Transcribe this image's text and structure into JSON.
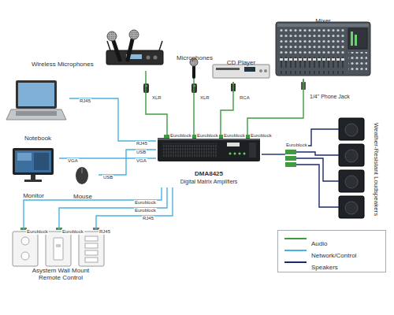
{
  "diagram": {
    "nodes": [
      {
        "text": [
          "Mixer"
        ]
      },
      {
        "text": [
          "Wireless Microphones"
        ]
      },
      {
        "text": [
          "Microphones"
        ]
      },
      {
        "text": [
          "CD Player"
        ]
      },
      {
        "text": [
          "Notebook"
        ]
      },
      {
        "text": [
          "DMA8425",
          "Digital Matrix Amplifiers"
        ]
      },
      {
        "text": [
          "Weather-Resistant Loudspeakers"
        ]
      },
      {
        "text": [
          "Monitor"
        ]
      },
      {
        "text": [
          "Mouse"
        ]
      },
      {
        "text": [
          "Asystem Wall Mount Remote Control"
        ]
      }
    ],
    "edges": [
      {
        "from": 1,
        "to": 5,
        "arrow": "none"
      },
      {
        "from": 2,
        "to": 5,
        "arrow": "none"
      },
      {
        "from": 3,
        "to": 5,
        "arrow": "none"
      },
      {
        "from": 0,
        "to": 5,
        "arrow": "none"
      },
      {
        "from": 4,
        "to": 5,
        "arrow": "none"
      },
      {
        "from": 8,
        "to": 5,
        "arrow": "none"
      },
      {
        "from": 7,
        "to": 5,
        "arrow": "none"
      },
      {
        "from": 9,
        "to": 5,
        "arrow": "none"
      },
      {
        "from": 9,
        "to": 5,
        "arrow": "none"
      },
      {
        "from": 9,
        "to": 5,
        "arrow": "none"
      },
      {
        "from": 5,
        "to": 6,
        "arrow": "none"
      }
    ],
    "labels": [
      "XLR",
      "XLR",
      "RCA",
      "1/4\" Phone Jack",
      "Euroblock",
      "Euroblock",
      "Euroblock",
      "Euroblock",
      "RJ45",
      "USB",
      "VGA",
      "RJ45",
      "USB",
      "VGA",
      "Euroblock",
      "Euroblock",
      "RJ45",
      "Euroblock",
      "Euroblock",
      "RJ45",
      "Euroblock"
    ],
    "legend": [
      {
        "text": "Audio"
      },
      {
        "text": "Network/Control"
      },
      {
        "text": "Speakers"
      }
    ]
  }
}
